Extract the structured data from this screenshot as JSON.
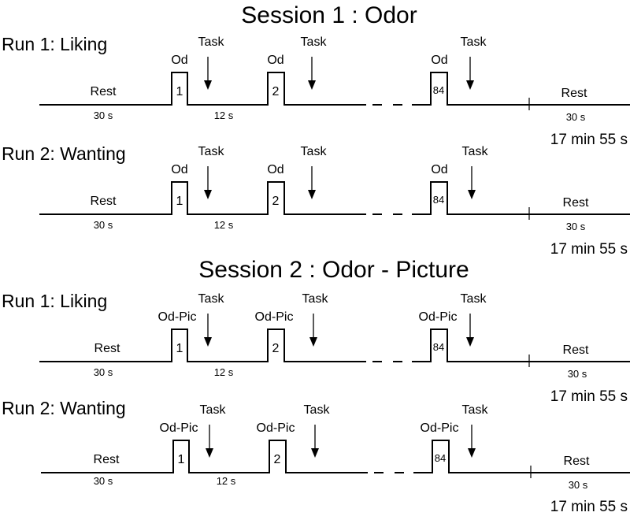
{
  "sessions": [
    {
      "title": "Session 1 : Odor",
      "runs": [
        {
          "title": "Run 1:  Liking",
          "stim": [
            "Od",
            "Od",
            "Od"
          ],
          "task": "Task",
          "rest": "Rest",
          "rest_end": "Rest",
          "dur_rest": "30 s",
          "dur_stim": "12 s",
          "dur_end": "30 s",
          "blocks": [
            "1",
            "2",
            "84"
          ],
          "total": "17 min 55 s"
        },
        {
          "title": "Run 2:  Wanting",
          "stim": [
            "Od",
            "Od",
            "Od"
          ],
          "task": "Task",
          "rest": "Rest",
          "rest_end": "Rest",
          "dur_rest": "30 s",
          "dur_stim": "12 s",
          "dur_end": "30 s",
          "blocks": [
            "1",
            "2",
            "84"
          ],
          "total": "17 min 55 s"
        }
      ]
    },
    {
      "title": "Session  2 : Odor - Picture",
      "runs": [
        {
          "title": "Run 1:  Liking",
          "stim": [
            "Od-Pic",
            "Od-Pic",
            "Od-Pic"
          ],
          "task": "Task",
          "rest": "Rest",
          "rest_end": "Rest",
          "dur_rest": "30 s",
          "dur_stim": "12 s",
          "dur_end": "30 s",
          "blocks": [
            "1",
            "2",
            "84"
          ],
          "total": "17 min 55 s"
        },
        {
          "title": "Run 2:  Wanting",
          "stim": [
            "Od-Pic",
            "Od-Pic",
            "Od-Pic"
          ],
          "task": "Task",
          "rest": "Rest",
          "rest_end": "Rest",
          "dur_rest": "30 s",
          "dur_stim": "12 s",
          "dur_end": "30 s",
          "blocks": [
            "1",
            "2",
            "84"
          ],
          "total": "17 min 55 s"
        }
      ]
    }
  ]
}
